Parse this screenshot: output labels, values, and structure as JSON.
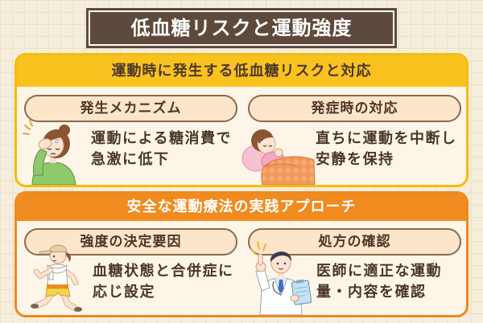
{
  "title": "低血糖リスクと運動強度",
  "sections": [
    {
      "heading": "運動時に発生する低血糖リスクと対応",
      "cards": [
        {
          "label": "発生メカニズム",
          "lines": [
            "運動による糖消費で",
            "急激に低下"
          ],
          "illustration": "headache-woman-illustration"
        },
        {
          "label": "発症時の対応",
          "lines": [
            "直ちに運動を中断し",
            "安静を保持"
          ],
          "illustration": "resting-in-bed-illustration"
        }
      ]
    },
    {
      "heading": "安全な運動療法の実践アプローチ",
      "cards": [
        {
          "label": "強度の決定要因",
          "lines": [
            "血糖状態と合併症に",
            "応じ設定"
          ],
          "illustration": "runner-illustration"
        },
        {
          "label": "処方の確認",
          "lines": [
            "医師に適正な運動",
            "量・内容を確認"
          ],
          "illustration": "doctor-illustration"
        }
      ]
    }
  ],
  "colors": {
    "page_bg": "#f5eedd",
    "grid_line": "#ebe1c9",
    "title_bg": "#5e4a3c",
    "title_text": "#ffffff",
    "panel_bg": "#fdf6e8",
    "section1_accent": "#f6bb0f",
    "section1_header": "#f9c21f",
    "section2_accent": "#ef891d",
    "section2_header": "#f08b1f",
    "section2_header_text": "#ffffff",
    "pill_bg": "#fde5c9",
    "pill_border": "#8a6a50",
    "text_dark": "#4b3728"
  }
}
